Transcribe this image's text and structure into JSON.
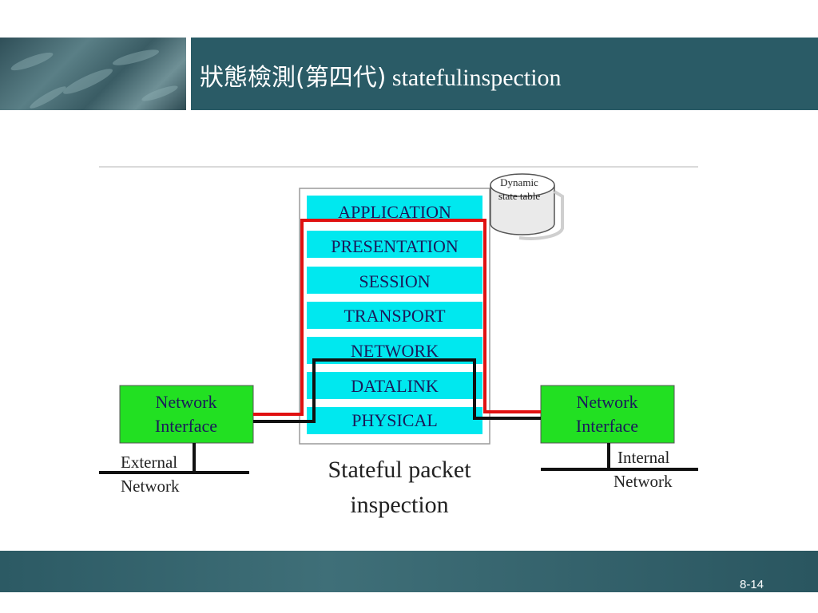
{
  "header": {
    "title_cjk": "狀態檢測(第四代)",
    "title_latin": " statefulinspection"
  },
  "diagram": {
    "layers": [
      "APPLICATION",
      "PRESENTATION",
      "SESSION",
      "TRANSPORT",
      "NETWORK",
      "DATALINK",
      "PHYSICAL"
    ],
    "state_table": [
      "Dynamic",
      "state table"
    ],
    "left_interface": [
      "Network",
      "Interface"
    ],
    "right_interface": [
      "Network",
      "Interface"
    ],
    "external_network": [
      "External",
      "Network"
    ],
    "internal_network": [
      "Internal",
      "Network"
    ],
    "caption": [
      "Stateful packet",
      "inspection"
    ],
    "colors": {
      "layer_fill": "#00e8ef",
      "interface_fill": "#22e022",
      "inspection_path": "#e01010",
      "data_path": "#111111"
    }
  },
  "footer": {
    "page_number": "8-14"
  }
}
